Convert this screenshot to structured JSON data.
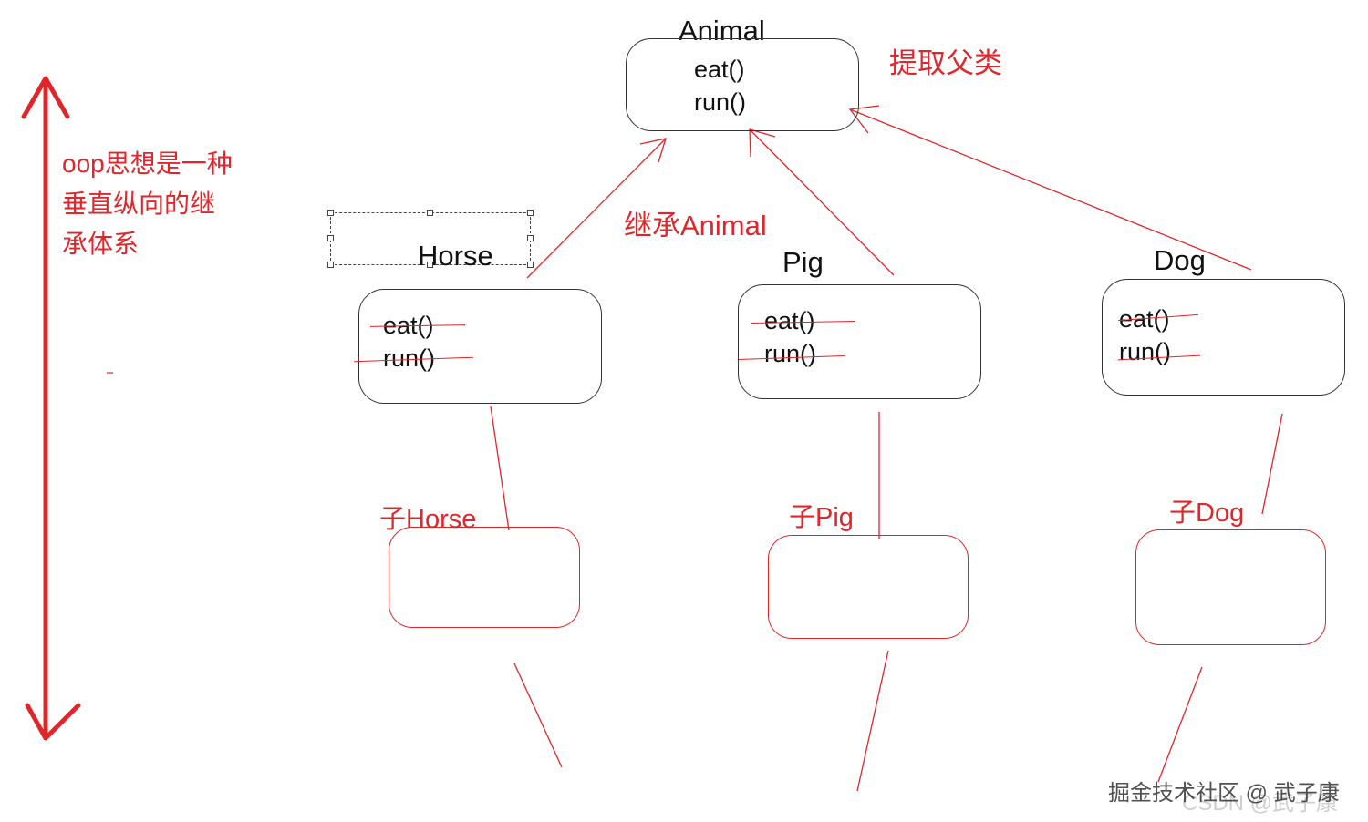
{
  "diagram": {
    "parent": {
      "name": "Animal",
      "methods": [
        "eat()",
        "run()"
      ],
      "annotation": "提取父类"
    },
    "inherit_label": "继承Animal",
    "side_note": {
      "lines": [
        "oop思想是一种",
        "垂直纵向的继",
        "承体系"
      ]
    },
    "children": [
      {
        "name": "Horse",
        "methods": [
          "eat()",
          "run()"
        ],
        "sub_label": "子Horse"
      },
      {
        "name": "Pig",
        "methods": [
          "eat()",
          "run()"
        ],
        "sub_label": "子Pig"
      },
      {
        "name": "Dog",
        "methods": [
          "eat()",
          "run()"
        ],
        "sub_label": "子Dog"
      }
    ],
    "colors": {
      "annotation_red": "#e0262a",
      "box_outline": "#333333",
      "text": "#111111"
    }
  },
  "watermark": {
    "text": "掘金技术社区 @ 武子康",
    "ghost": "CSDN @武子康"
  }
}
